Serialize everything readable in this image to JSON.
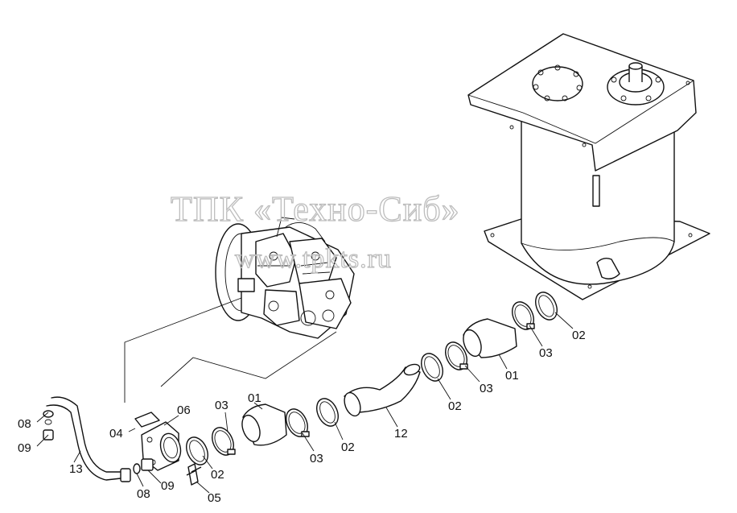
{
  "watermark": {
    "line1": "ТПК «Техно-Сиб»",
    "line2": "www.tpkts.ru"
  },
  "callouts": [
    {
      "id": "lbl-02-a",
      "text": "02"
    },
    {
      "id": "lbl-03-a",
      "text": "03"
    },
    {
      "id": "lbl-01-a",
      "text": "01"
    },
    {
      "id": "lbl-03-b",
      "text": "03"
    },
    {
      "id": "lbl-02-b",
      "text": "02"
    },
    {
      "id": "lbl-12",
      "text": "12"
    },
    {
      "id": "lbl-02-c",
      "text": "02"
    },
    {
      "id": "lbl-03-c",
      "text": "03"
    },
    {
      "id": "lbl-01-b",
      "text": "01"
    },
    {
      "id": "lbl-03-d",
      "text": "03"
    },
    {
      "id": "lbl-06",
      "text": "06"
    },
    {
      "id": "lbl-04",
      "text": "04"
    },
    {
      "id": "lbl-02-d",
      "text": "02"
    },
    {
      "id": "lbl-05",
      "text": "05"
    },
    {
      "id": "lbl-08-a",
      "text": "08"
    },
    {
      "id": "lbl-09-a",
      "text": "09"
    },
    {
      "id": "lbl-13",
      "text": "13"
    },
    {
      "id": "lbl-08-b",
      "text": "08"
    },
    {
      "id": "lbl-09-b",
      "text": "09"
    }
  ]
}
